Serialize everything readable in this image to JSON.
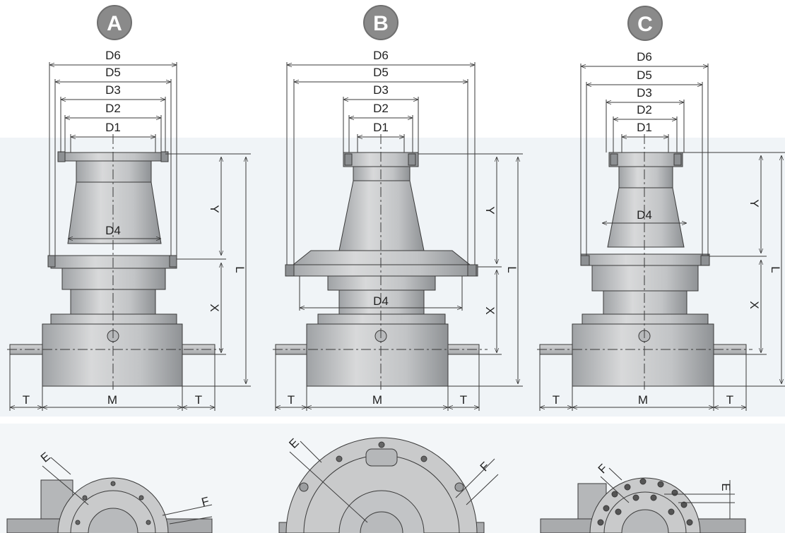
{
  "variants": [
    {
      "badge": "A",
      "labels": {
        "D6": "D6",
        "D5": "D5",
        "D3": "D3",
        "D2": "D2",
        "D1": "D1",
        "D4": "D4",
        "Y": "Y",
        "X": "X",
        "L": "L",
        "M": "M",
        "T_left": "T",
        "T_right": "T"
      },
      "plan_labels": {
        "first": "E",
        "second": "F"
      }
    },
    {
      "badge": "B",
      "labels": {
        "D6": "D6",
        "D5": "D5",
        "D3": "D3",
        "D2": "D2",
        "D1": "D1",
        "D4": "D4",
        "Y": "Y",
        "X": "X",
        "L": "L",
        "M": "M",
        "T_left": "T",
        "T_right": "T"
      },
      "plan_labels": {
        "first": "E",
        "second": "F"
      }
    },
    {
      "badge": "C",
      "labels": {
        "D6": "D6",
        "D5": "D5",
        "D3": "D3",
        "D2": "D2",
        "D1": "D1",
        "D4": "D4",
        "Y": "Y",
        "X": "X",
        "L": "L",
        "M": "M",
        "T_left": "T",
        "T_right": "T"
      },
      "plan_labels": {
        "first": "F",
        "second": "E"
      }
    }
  ],
  "colors": {
    "badge": "#8a8a8a",
    "body": "#c9cacb",
    "body_dark": "#a9abad",
    "line": "#3a3a3a",
    "background_band": "#eef3f6"
  }
}
